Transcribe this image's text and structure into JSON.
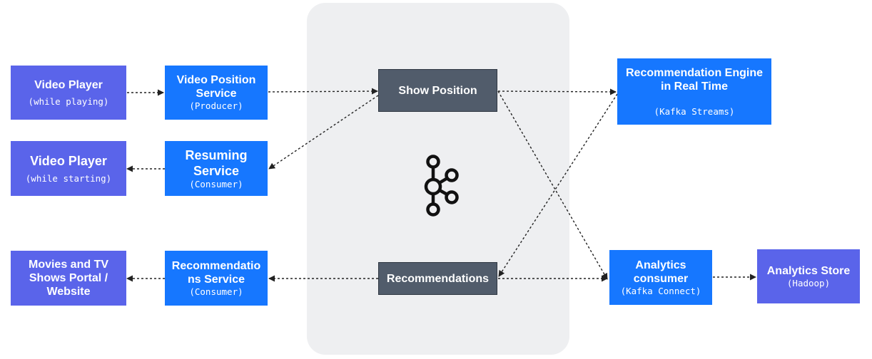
{
  "nodes": {
    "video_player_playing": {
      "title": "Video Player",
      "sub": "(while playing)"
    },
    "video_position_service": {
      "title": "Video Position Service",
      "sub": "(Producer)"
    },
    "video_player_starting": {
      "title": "Video Player",
      "sub": "(while starting)"
    },
    "resuming_service": {
      "title": "Resuming Service",
      "sub": "(Consumer)"
    },
    "movies_portal": {
      "title": "Movies and TV Shows Portal / Website"
    },
    "recommendations_service": {
      "title": "Recommendations Service",
      "sub": "(Consumer)"
    },
    "show_position_topic": {
      "title": "Show Position"
    },
    "recommendations_topic": {
      "title": "Recommendations"
    },
    "recommendation_engine": {
      "title": "Recommendation Engine in Real Time",
      "sub": "(Kafka Streams)"
    },
    "analytics_consumer": {
      "title": "Analytics consumer",
      "sub": "(Kafka Connect)"
    },
    "analytics_store": {
      "title": "Analytics Store",
      "sub": "(Hadoop)"
    }
  },
  "colors": {
    "client": "#5a64ea",
    "service": "#1677ff",
    "topic": "#515c6b",
    "kafka_panel": "#eeeff1",
    "arrow": "#222222"
  },
  "icons": {
    "kafka_logo": "kafka-icon"
  }
}
